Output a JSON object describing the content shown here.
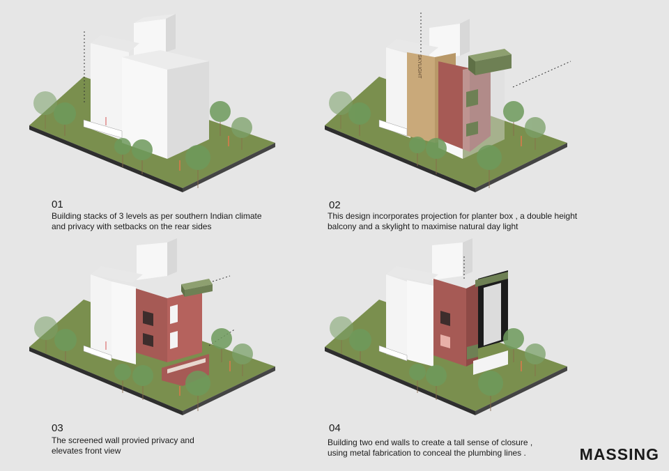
{
  "panels": [
    {
      "num": "01",
      "caption_lines": [
        "Building stacks of 3 levels as per southern Indian climate",
        "and privacy with setbacks on the rear sides"
      ]
    },
    {
      "num": "02",
      "caption_lines": [
        "This design incorporates projection for planter box , a double height",
        "balcony and a skylight to maximise natural day light"
      ],
      "skylight_label": "SKYLIGHT"
    },
    {
      "num": "03",
      "caption_lines": [
        "The screened wall provied privacy and",
        "elevates front view"
      ]
    },
    {
      "num": "04",
      "caption_lines": [
        "Building two end walls to create a tall sense of closure ,",
        "using metal fabrication to conceal the plumbing lines ."
      ]
    }
  ],
  "title": "MASSING",
  "colors": {
    "background": "#e6e6e6",
    "ground": "#7a8f4e",
    "brick": "#a65a55",
    "skylight": "#c9a97a",
    "planter": "#6e8054",
    "tree": "#7aa068",
    "wall": "#f4f4f4"
  }
}
